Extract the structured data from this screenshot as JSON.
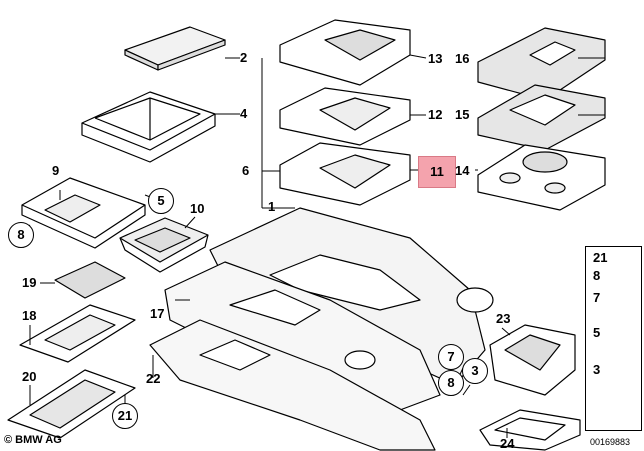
{
  "labels": {
    "l1": "1",
    "l2": "2",
    "l4": "4",
    "l6": "6",
    "l9": "9",
    "l10": "10",
    "l11": "11",
    "l12": "12",
    "l13": "13",
    "l14": "14",
    "l15": "15",
    "l16": "16",
    "l17": "17",
    "l18": "18",
    "l19": "19",
    "l20": "20",
    "l22": "22",
    "l23": "23",
    "l24": "24"
  },
  "callouts": {
    "c5": "5",
    "c8": "8",
    "c21": "21",
    "c7": "7",
    "c8b": "8",
    "c3": "3"
  },
  "legend": {
    "n21": "21",
    "n8": "8",
    "n7": "7",
    "n5": "5",
    "n3": "3"
  },
  "footer": {
    "brand": "© BMW AG",
    "code": "00169883"
  },
  "colors": {
    "highlight": "#f4a3ad",
    "line": "#000000"
  }
}
